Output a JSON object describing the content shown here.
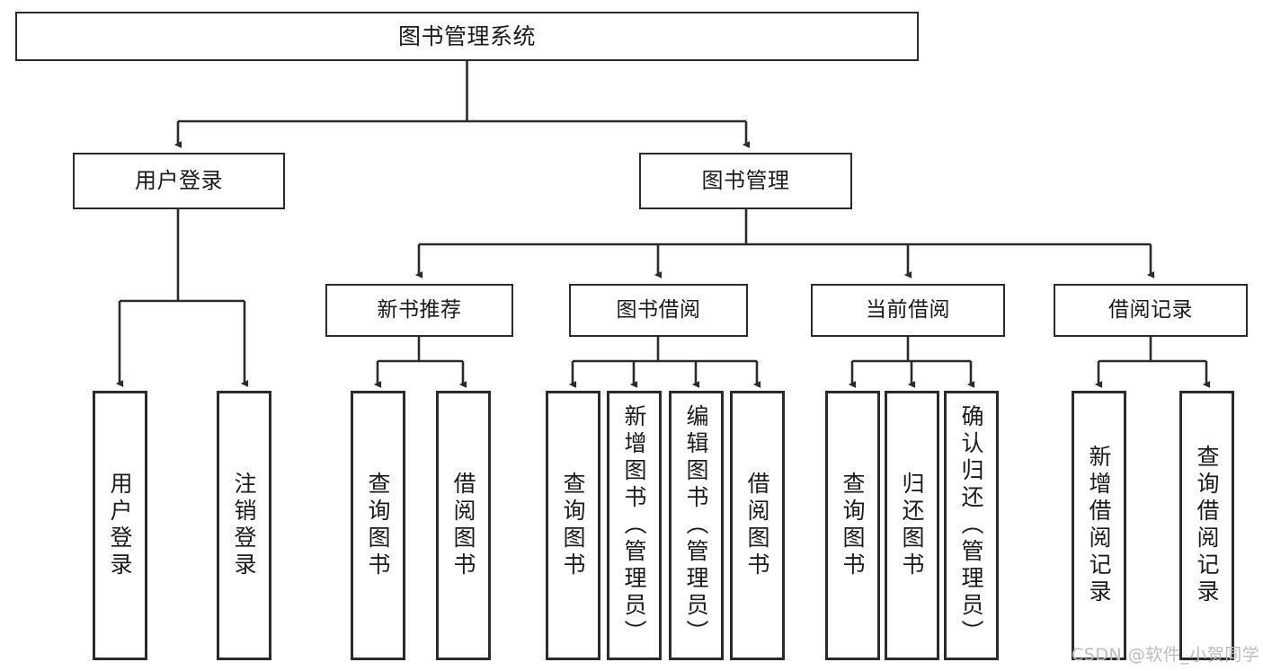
{
  "diagram": {
    "title": "图书管理系统",
    "type": "tree-hierarchy",
    "colors": {
      "background": "#ffffff",
      "node_border": "#2b2b2b",
      "node_fill": "#ffffff",
      "connector": "#2b2b2b",
      "text": "#1b1b1b",
      "watermark": "#bdbdbd"
    },
    "root": {
      "label": "图书管理系统"
    },
    "level2": [
      {
        "label": "用户登录"
      },
      {
        "label": "图书管理"
      }
    ],
    "level3": [
      {
        "label": "新书推荐"
      },
      {
        "label": "图书借阅"
      },
      {
        "label": "当前借阅"
      },
      {
        "label": "借阅记录"
      }
    ],
    "leaves": {
      "user_login": [
        {
          "label": "用户登录"
        },
        {
          "label": "注销登录"
        }
      ],
      "new_book_recommend": [
        {
          "label": "查询图书"
        },
        {
          "label": "借阅图书"
        }
      ],
      "book_borrow": [
        {
          "label": "查询图书"
        },
        {
          "label": "新增图书（管理员）"
        },
        {
          "label": "编辑图书（管理员）"
        },
        {
          "label": "借阅图书"
        }
      ],
      "current_borrow": [
        {
          "label": "查询图书"
        },
        {
          "label": "归还图书"
        },
        {
          "label": "确认归还（管理员）"
        }
      ],
      "borrow_record": [
        {
          "label": "新增借阅记录"
        },
        {
          "label": "查询借阅记录"
        }
      ]
    },
    "watermark": "CSDN @软件_小贺同学"
  }
}
